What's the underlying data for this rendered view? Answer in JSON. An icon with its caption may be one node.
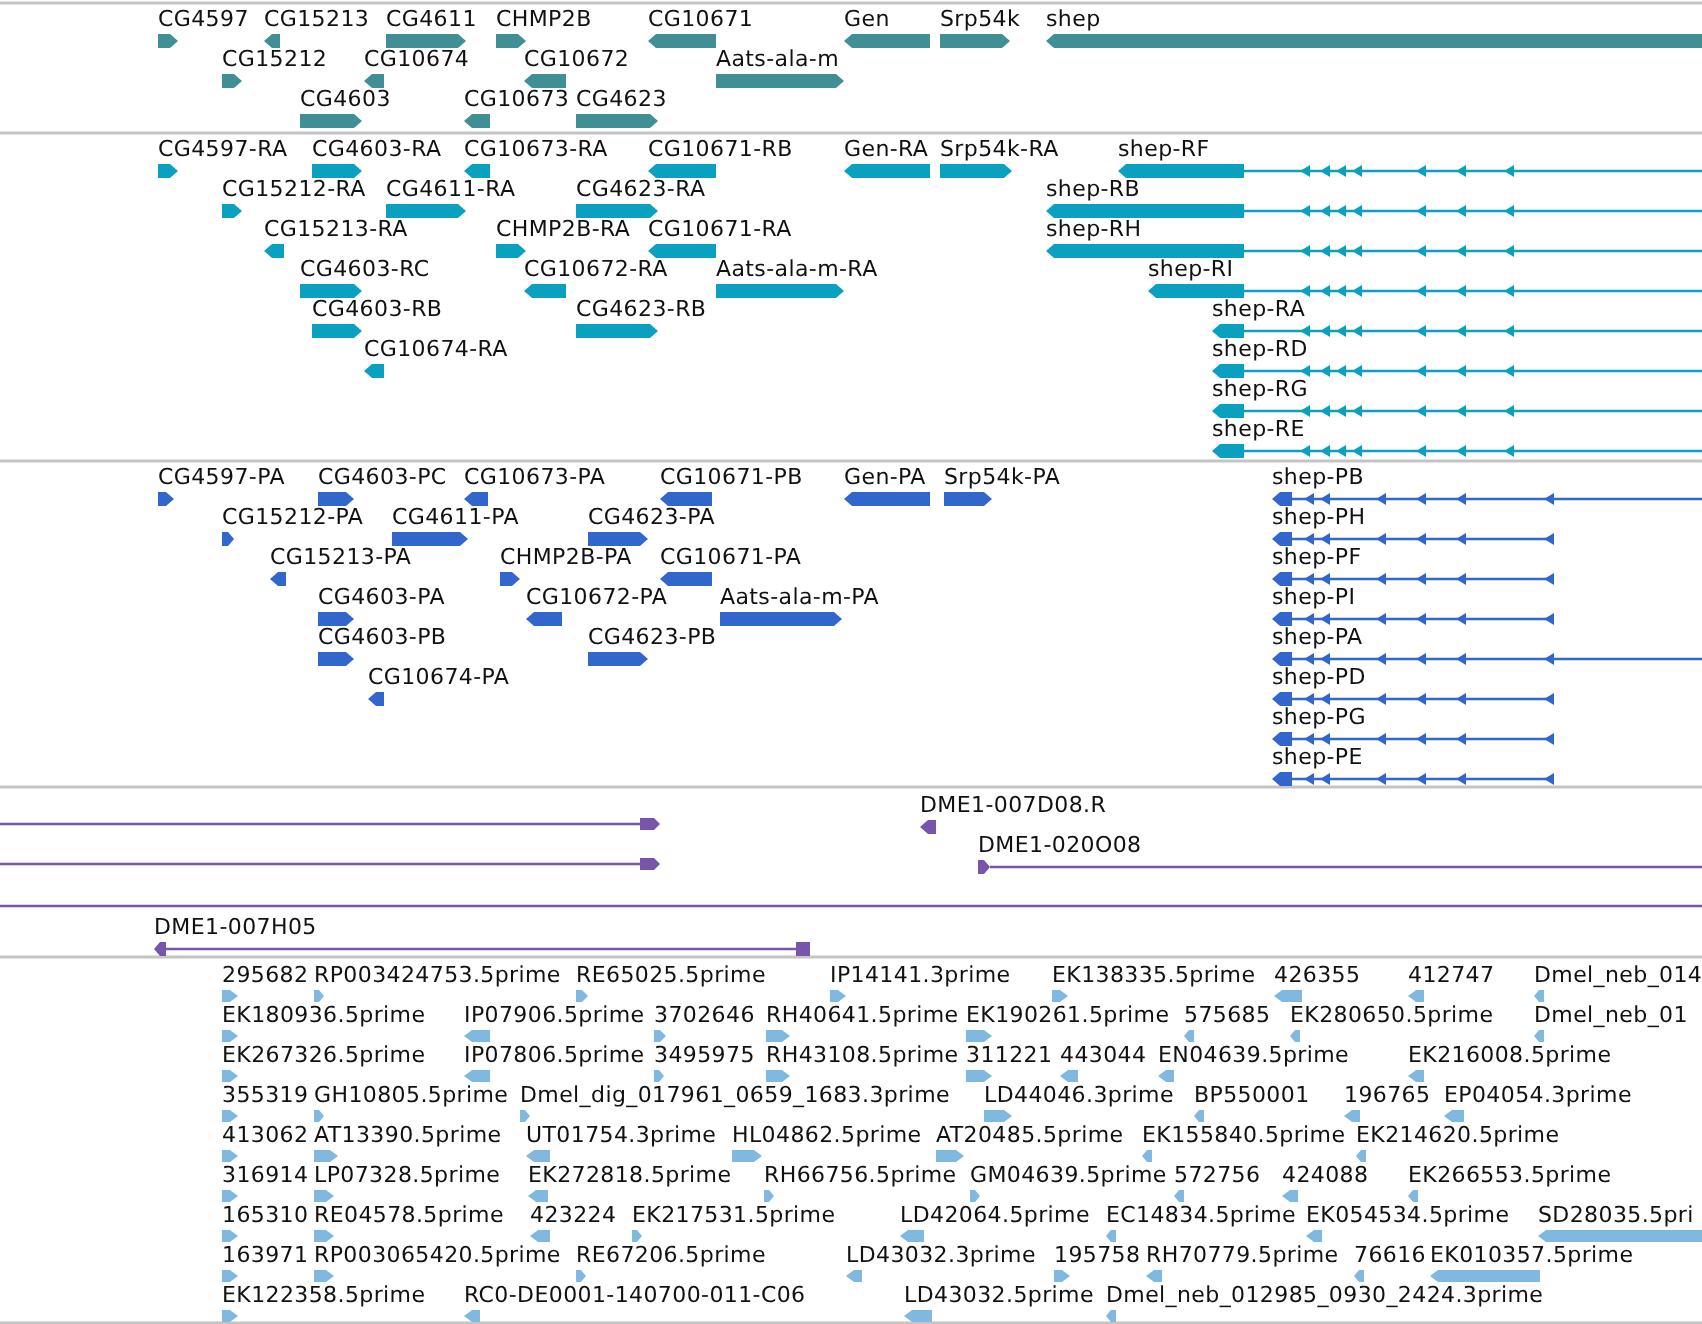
{
  "diagram": {
    "labels": [
      "CG4597",
      "CG15213",
      "CG4611",
      "CHMP2B",
      "CG10671",
      "Gen",
      "Srp54k",
      "shep",
      "CG15212",
      "CG10674",
      "CG10672",
      "Aats-ala-m",
      "CG4603",
      "CG10673",
      "CG4623",
      "CG4597-RA",
      "CG4603-RA",
      "CG10673-RA",
      "CG10671-RB",
      "Gen-RA",
      "Srp54k-RA",
      "shep-RF",
      "CG15212-RA",
      "CG4611-RA",
      "CG4623-RA",
      "shep-RB",
      "CG15213-RA",
      "CHMP2B-RA",
      "CG10671-RA",
      "shep-RH",
      "CG4603-RC",
      "CG10672-RA",
      "Aats-ala-m-RA",
      "shep-RI",
      "CG4603-RB",
      "CG4623-RB",
      "shep-RA",
      "CG10674-RA",
      "shep-RD",
      "shep-RG",
      "shep-RE",
      "CG4597-PA",
      "CG4603-PC",
      "CG10673-PA",
      "CG10671-PB",
      "Gen-PA",
      "Srp54k-PA",
      "shep-PB",
      "CG15212-PA",
      "CG4611-PA",
      "CG4623-PA",
      "shep-PH",
      "CG15213-PA",
      "CHMP2B-PA",
      "CG10671-PA",
      "shep-PF",
      "CG4603-PA",
      "CG10672-PA",
      "Aats-ala-m-PA",
      "shep-PI",
      "CG4603-PB",
      "CG4623-PB",
      "shep-PA",
      "CG10674-PA",
      "shep-PD",
      "shep-PG",
      "shep-PE",
      "DME1-007D08.R",
      "DME1-020O08",
      "DME1-007H05",
      "295682",
      "RP003424753.5prime",
      "RE65025.5prime",
      "IP14141.3prime",
      "EK138335.5prime",
      "426355",
      "412747",
      "Dmel_neb_014",
      "EK180936.5prime",
      "IP07906.5prime",
      "3702646",
      "RH40641.5prime",
      "EK190261.5prime",
      "575685",
      "EK280650.5prime",
      "Dmel_neb_01",
      "EK267326.5prime",
      "IP07806.5prime",
      "3495975",
      "RH43108.5prime",
      "311221",
      "443044",
      "EN04639.5prime",
      "EK216008.5prime",
      "355319",
      "GH10805.5prime",
      "Dmel_dig_017961_0659_1683.3prime",
      "LD44046.3prime",
      "BP550001",
      "196765",
      "EP04054.3prime",
      "413062",
      "AT13390.5prime",
      "UT01754.3prime",
      "HL04862.5prime",
      "AT20485.5prime",
      "EK155840.5prime",
      "EK214620.5prime",
      "316914",
      "LP07328.5prime",
      "EK272818.5prime",
      "RH66756.5prime",
      "GM04639.5prime",
      "572756",
      "424088",
      "EK266553.5prime",
      "165310",
      "RE04578.5prime",
      "423224",
      "EK217531.5prime",
      "LD42064.5prime",
      "EC14834.5prime",
      "EK054534.5prime",
      "SD28035.5pri",
      "163971",
      "RP003065420.5prime",
      "RE67206.5prime",
      "LD43032.3prime",
      "195758",
      "RH70779.5prime",
      "76616",
      "EK010357.5prime",
      "EK122358.5prime",
      "RC0-DE0001-140700-011-C06",
      "LD43032.5prime",
      "Dmel_neb_012985_0930_2424.3prime"
    ]
  }
}
